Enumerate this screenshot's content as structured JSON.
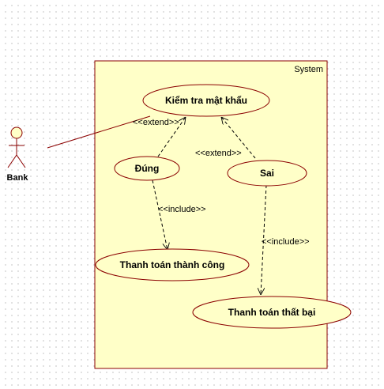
{
  "system": {
    "label": "System"
  },
  "actor": {
    "name": "Bank"
  },
  "use_cases": {
    "kiem_tra": "Kiểm tra mật khẩu",
    "dung": "Đúng",
    "sai": "Sai",
    "tt_thanh_cong": "Thanh toán thành công",
    "tt_that_bai": "Thanh toán thất bại"
  },
  "relations": {
    "extend_dung": "<<extend>>",
    "extend_sai": "<<extend>>",
    "include_dung": "<<include>>",
    "include_sai": "<<include>>"
  },
  "colors": {
    "fill": "#ffffc8",
    "stroke": "#8b0000",
    "actor_head": "#ffffc8"
  }
}
